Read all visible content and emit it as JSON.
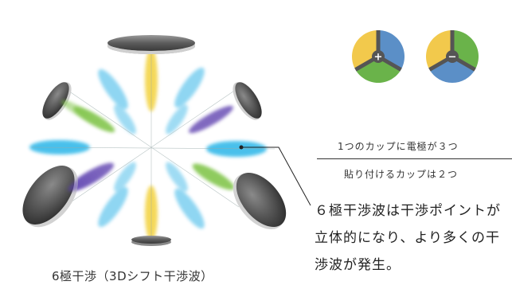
{
  "caption": "6極干渉（3Dシフト干渉波）",
  "cup_info": {
    "electrodes_per_cup": "1つのカップに電極が３つ",
    "cups_attached": "貼り付けるカップは２つ"
  },
  "description": [
    "６極干渉波は干渉ポイントが",
    "立体的になり、より多くの干",
    "渉波が発生。"
  ],
  "cups": [
    {
      "sign": "+",
      "colors": [
        "#5b8fc7",
        "#6ab34a",
        "#f2c94c"
      ]
    },
    {
      "sign": "−",
      "colors": [
        "#6ab34a",
        "#5b8fc7",
        "#f2c94c"
      ]
    }
  ],
  "colors": {
    "blue": "#2aa9e0",
    "yellow": "#f3d23c",
    "green": "#7cc242",
    "purple": "#6a4fb5",
    "electrode_dark": "#4a4a4a",
    "cup_divider": "#555555"
  }
}
